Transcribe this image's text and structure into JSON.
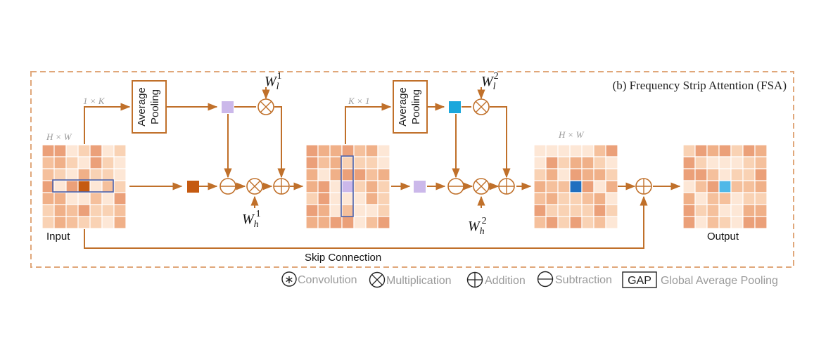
{
  "title": "(b) Frequency Strip Attention (FSA)",
  "labels": {
    "input": "Input",
    "output": "Output",
    "skip": "Skip Connection",
    "dim_hw_1": "H × W",
    "dim_hw_2": "H × W",
    "strip_1": "1 × K",
    "strip_2": "K × 1"
  },
  "pooling": {
    "line1": "Average",
    "line2": "Pooling"
  },
  "weights": {
    "wl1": {
      "base": "W",
      "sub": "l",
      "sup": "1"
    },
    "wh1": {
      "base": "W",
      "sub": "h",
      "sup": "1"
    },
    "wl2": {
      "base": "W",
      "sub": "l",
      "sup": "2"
    },
    "wh2": {
      "base": "W",
      "sub": "h",
      "sup": "2"
    }
  },
  "legend": [
    {
      "symbol": "∗",
      "label": "Convolution"
    },
    {
      "symbol": "×",
      "label": "Multiplication"
    },
    {
      "symbol": "+",
      "label": "Addition"
    },
    {
      "symbol": "−",
      "label": "Subtraction"
    },
    {
      "symbol": "GAP",
      "label": "Global Average Pooling"
    }
  ],
  "colors": {
    "flow": "#c0702a",
    "border_dashed": "#e0a77a",
    "strip_box": "#4a5fa8",
    "orange_dark": "#c55a11",
    "lavender": "#cbb8ea",
    "cyan": "#1aa7dc",
    "blue": "#1f6fbf",
    "sky": "#4fb8e8"
  }
}
